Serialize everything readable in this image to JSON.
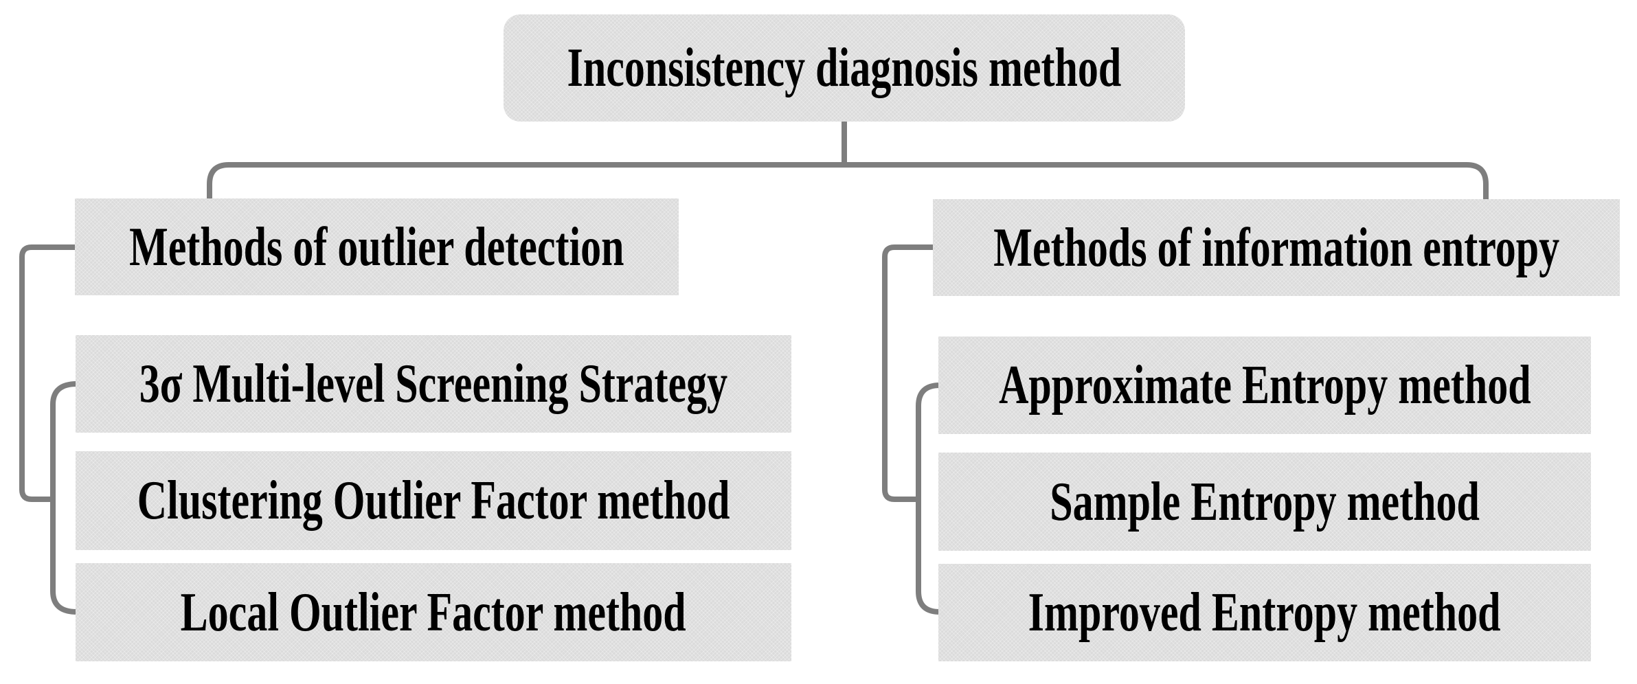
{
  "diagram": {
    "root": {
      "label": "Inconsistency diagnosis method"
    },
    "branches": [
      {
        "header": {
          "label": "Methods of outlier detection"
        },
        "children": [
          {
            "label": "3σ Multi-level Screening Strategy"
          },
          {
            "label": "Clustering Outlier Factor method"
          },
          {
            "label": "Local Outlier Factor method"
          }
        ]
      },
      {
        "header": {
          "label": "Methods of information entropy"
        },
        "children": [
          {
            "label": "Approximate Entropy method"
          },
          {
            "label": "Sample Entropy method"
          },
          {
            "label": "Improved Entropy method"
          }
        ]
      }
    ],
    "colors": {
      "box_fill": "#dbdbdb",
      "connector": "#7e7e7e",
      "text": "#000000",
      "background": "#ffffff"
    }
  }
}
